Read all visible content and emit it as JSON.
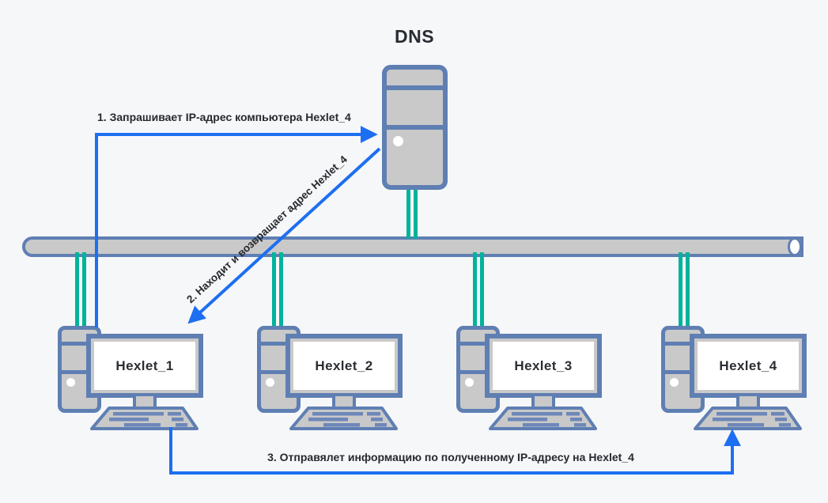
{
  "diagram": {
    "title": "DNS",
    "computers": [
      {
        "label": "Hexlet_1"
      },
      {
        "label": "Hexlet_2"
      },
      {
        "label": "Hexlet_3"
      },
      {
        "label": "Hexlet_4"
      }
    ],
    "steps": [
      {
        "label": "1. Запрашивает IP-адрес компьютера Hexlet_4"
      },
      {
        "label": "2. Находит и возвращает адрес Hexlet_4"
      },
      {
        "label": "3. Отправялет информацию по полученному IP-адресу на Hexlet_4"
      }
    ],
    "colors": {
      "background": "#f6f7f9",
      "device_border": "#5f7fb3",
      "device_fill": "#c9c9c9",
      "screen_fill": "#ffffff",
      "cable_green": "#00b39b",
      "arrow_blue": "#1d6ff2",
      "label_text": "#26292e"
    }
  }
}
